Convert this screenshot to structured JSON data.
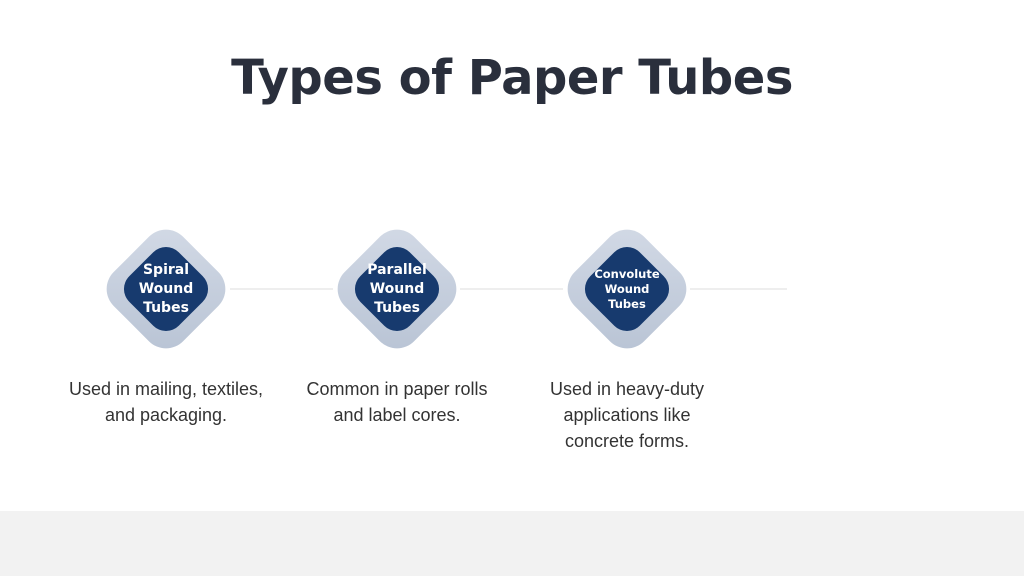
{
  "title": "Types of Paper Tubes",
  "items": [
    {
      "label": "Spiral\nWound\nTubes",
      "description": "Used in mailing, textiles, and packaging."
    },
    {
      "label": "Parallel\nWound\nTubes",
      "description": "Common in paper rolls and label cores."
    },
    {
      "label": "Convolute\nWound\nTubes",
      "description": "Used in heavy-duty applications like concrete forms."
    }
  ],
  "colors": {
    "title": "#2a2f3c",
    "diamond_outer": "#c5cedc",
    "diamond_inner": "#173a6e",
    "connector": "#eeeeee",
    "footer_band": "#f2f2f2"
  }
}
